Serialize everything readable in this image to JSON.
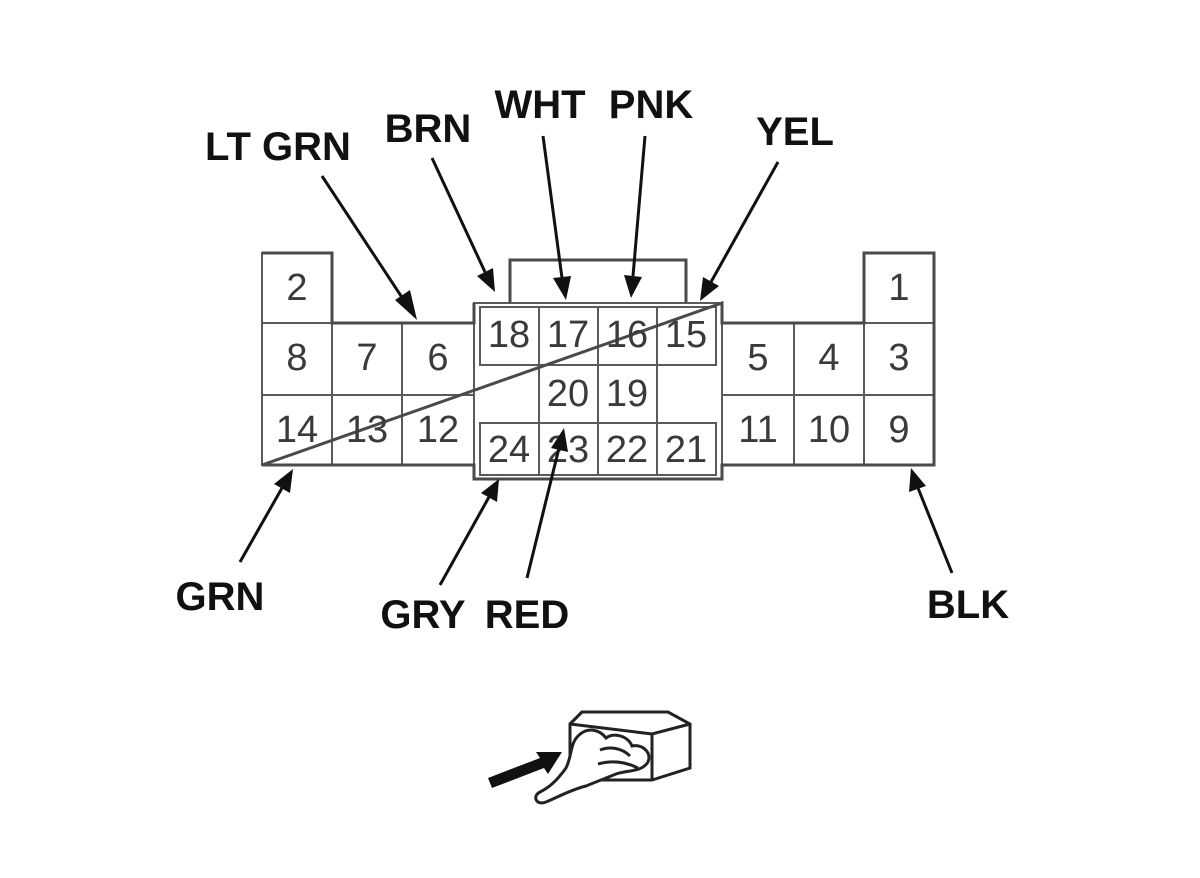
{
  "connector": {
    "pins": [
      "1",
      "2",
      "3",
      "4",
      "5",
      "6",
      "7",
      "8",
      "9",
      "10",
      "11",
      "12",
      "13",
      "14",
      "15",
      "16",
      "17",
      "18",
      "19",
      "20",
      "21",
      "22",
      "23",
      "24"
    ]
  },
  "wires": [
    {
      "color": "LT GRN",
      "pin": "6"
    },
    {
      "color": "BRN",
      "pin": "18"
    },
    {
      "color": "WHT",
      "pin": "17"
    },
    {
      "color": "PNK",
      "pin": "16"
    },
    {
      "color": "YEL",
      "pin": "15"
    },
    {
      "color": "GRN",
      "pin": "14"
    },
    {
      "color": "GRY",
      "pin": "24"
    },
    {
      "color": "RED",
      "pin": "23"
    },
    {
      "color": "BLK",
      "pin": "9"
    }
  ],
  "icons": {
    "view": "terminal-side-view-hand-icon"
  }
}
